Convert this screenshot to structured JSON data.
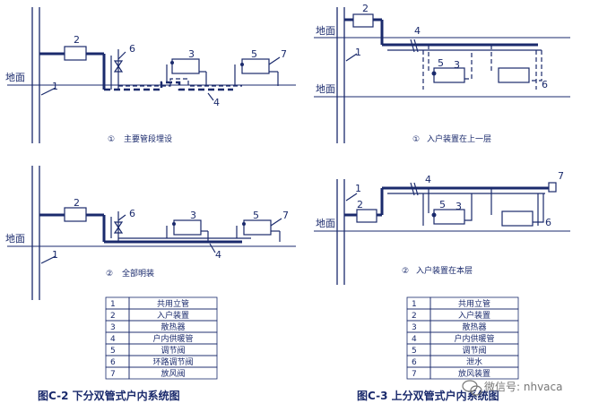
{
  "ground_label": "地面",
  "diagrams": [
    {
      "id": "c2a",
      "circle": "①",
      "caption": "主要管段埋设",
      "numbers": [
        "2",
        "6",
        "3",
        "5",
        "7",
        "1",
        "4"
      ]
    },
    {
      "id": "c3a",
      "circle": "①",
      "caption": "入户装置在上一层",
      "numbers": [
        "2",
        "4",
        "1",
        "5",
        "3",
        "6"
      ]
    },
    {
      "id": "c2b",
      "circle": "②",
      "caption": "全部明装",
      "numbers": [
        "2",
        "6",
        "3",
        "5",
        "7",
        "1",
        "4"
      ]
    },
    {
      "id": "c3b",
      "circle": "②",
      "caption": "入户装置在本层",
      "numbers": [
        "4",
        "7",
        "1",
        "2",
        "5",
        "3",
        "6"
      ]
    }
  ],
  "legend_left": [
    {
      "n": "1",
      "label": "共用立管"
    },
    {
      "n": "2",
      "label": "入户装置"
    },
    {
      "n": "3",
      "label": "散热器"
    },
    {
      "n": "4",
      "label": "户内供暖管"
    },
    {
      "n": "5",
      "label": "调节阀"
    },
    {
      "n": "6",
      "label": "环路调节阀"
    },
    {
      "n": "7",
      "label": "放风阀"
    }
  ],
  "legend_right": [
    {
      "n": "1",
      "label": "共用立管"
    },
    {
      "n": "2",
      "label": "入户装置"
    },
    {
      "n": "3",
      "label": "散热器"
    },
    {
      "n": "4",
      "label": "户内供暖管"
    },
    {
      "n": "5",
      "label": "调节阀"
    },
    {
      "n": "6",
      "label": "泄水"
    },
    {
      "n": "7",
      "label": "放风装置"
    }
  ],
  "title_left": "图C-2  下分双管式户内系统图",
  "title_right": "图C-3  上分双管式户内系统图",
  "watermark": "微信号: nhvaca",
  "watermark_icon": "wechat-icon"
}
